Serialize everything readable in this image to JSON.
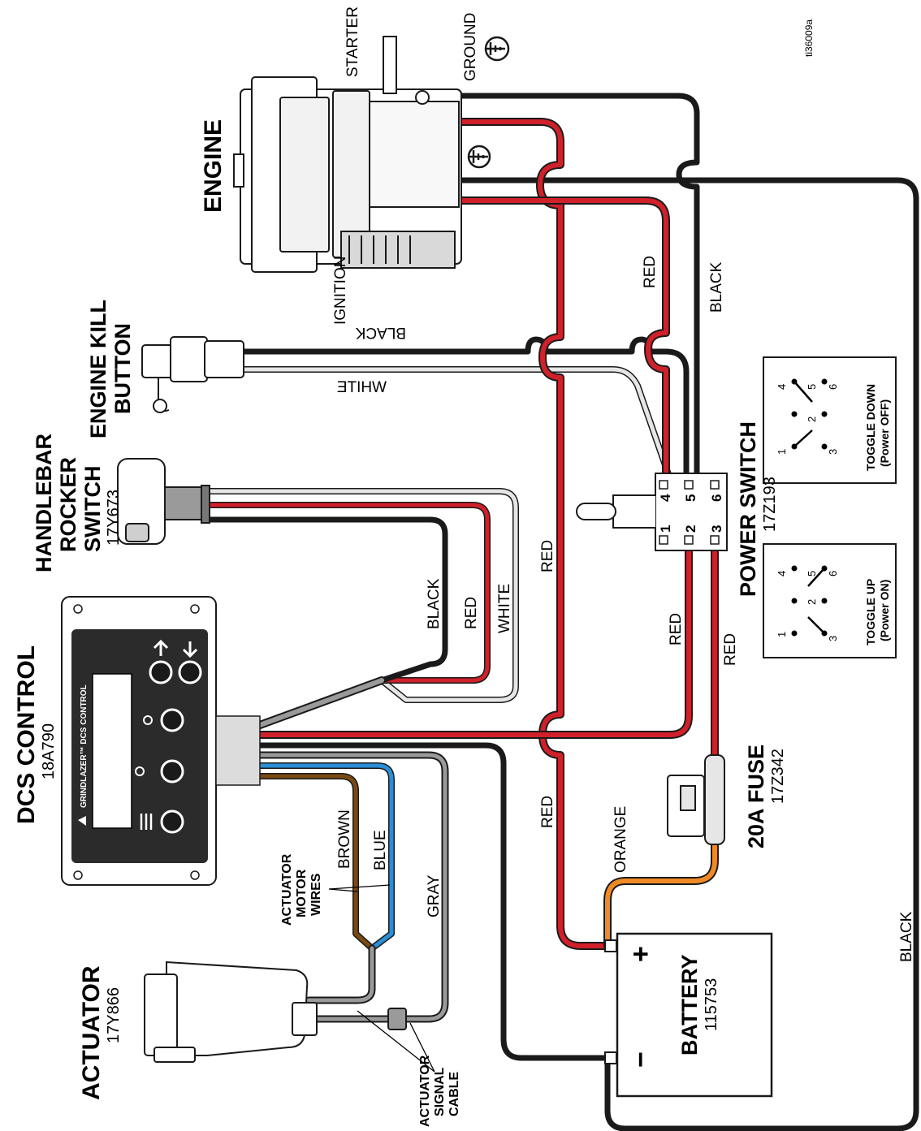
{
  "doc_id": "ti36009a",
  "components": {
    "engine": {
      "title": "ENGINE"
    },
    "starter": {
      "label": "STARTER"
    },
    "ground": {
      "label": "GROUND"
    },
    "ignition": {
      "label": "IGNITION"
    },
    "engine_kill": {
      "title_line1": "ENGINE KILL",
      "title_line2": "BUTTON"
    },
    "handlebar_switch": {
      "title_line1": "HANDLEBAR",
      "title_line2": "ROCKER",
      "title_line3": "SWITCH",
      "part": "17Y673"
    },
    "dcs_control": {
      "title": "DCS CONTROL",
      "part": "18A790",
      "brand": "GRINDLAZER™ DCS CONTROL"
    },
    "actuator": {
      "title": "ACTUATOR",
      "part": "17Y866"
    },
    "actuator_motor_wires": {
      "line1": "ACTUATOR",
      "line2": "MOTOR",
      "line3": "WIRES"
    },
    "actuator_signal_cable": {
      "line1": "ACTUATOR",
      "line2": "SIGNAL",
      "line3": "CABLE"
    },
    "power_switch": {
      "title": "POWER SWITCH",
      "part": "17Z193",
      "terminals": [
        "1",
        "2",
        "3",
        "4",
        "5",
        "6"
      ]
    },
    "toggle_up": {
      "line1": "TOGGLE UP",
      "line2": "(Power ON)"
    },
    "toggle_down": {
      "line1": "TOGGLE DOWN",
      "line2": "(Power OFF)"
    },
    "fuse": {
      "title": "20A FUSE",
      "part": "17Z342"
    },
    "battery": {
      "title": "BATTERY",
      "part": "115753",
      "plus": "+",
      "minus": "−"
    }
  },
  "wire_labels": {
    "red": "RED",
    "black": "BLACK",
    "white": "WHITE",
    "brown": "BROWN",
    "blue": "BLUE",
    "gray": "GRAY",
    "orange": "ORANGE"
  },
  "colors": {
    "red": "#d0202a",
    "black": "#1a1a1a",
    "white": "#e6e6e6",
    "blue": "#2a8fd6",
    "brown": "#7a4a12",
    "gray": "#9a9a9a",
    "orange": "#f08a24",
    "panel": "#2b2b2b"
  }
}
